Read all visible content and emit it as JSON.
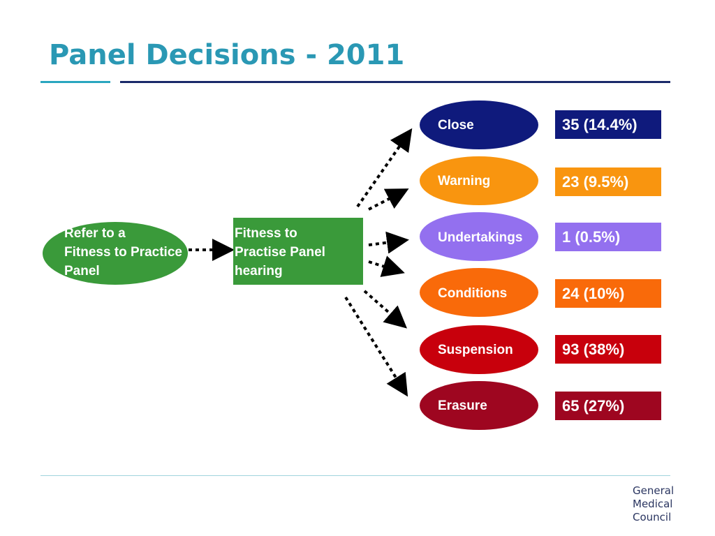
{
  "title": "Panel Decisions - 2011",
  "source": {
    "lines": [
      "Refer to a",
      "Fitness to Practice",
      "Panel"
    ]
  },
  "hearing": {
    "lines": [
      "Fitness to",
      "Practise Panel",
      "hearing"
    ]
  },
  "outcomes": [
    {
      "label": "Close",
      "count": "35 (14.4%)",
      "color": "#0f1a7c"
    },
    {
      "label": "Warning",
      "count": "23 (9.5%)",
      "color": "#f9950f"
    },
    {
      "label": "Undertakings",
      "count": "1 (0.5%)",
      "color": "#9370ef"
    },
    {
      "label": "Conditions",
      "count": "24 (10%)",
      "color": "#f96a0a"
    },
    {
      "label": "Suspension",
      "count": "93 (38%)",
      "color": "#c8000c"
    },
    {
      "label": "Erasure",
      "count": "65 (27%)",
      "color": "#9e0620"
    }
  ],
  "logo": {
    "lines": [
      "General",
      "Medical",
      "Council"
    ]
  },
  "colors": {
    "title": "#2a98b4",
    "green": "#3a9a3a",
    "rule_teal": "#2aa6bf",
    "rule_navy": "#1a2a6a"
  }
}
